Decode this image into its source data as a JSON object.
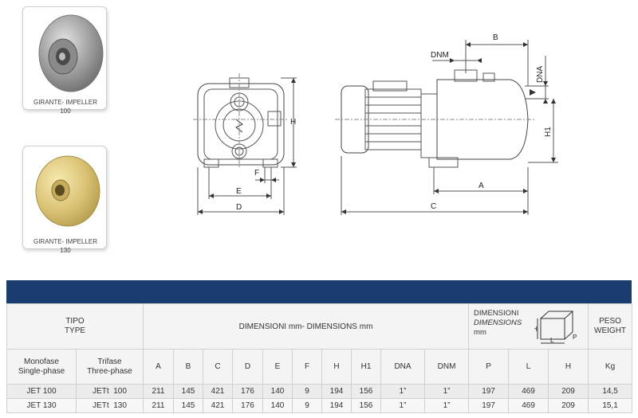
{
  "impellers": [
    {
      "label_line1": "GIRANTE- IMPELLER",
      "label_line2": "100",
      "finish": "steel"
    },
    {
      "label_line1": "GIRANTE- IMPELLER",
      "label_line2": "130",
      "finish": "brass"
    }
  ],
  "drawing_labels": {
    "front": {
      "H": "H",
      "E": "E",
      "D": "D",
      "F": "F"
    },
    "side": {
      "B": "B",
      "DNM": "DNM",
      "DNA": "DNA",
      "H1": "H1",
      "A": "A",
      "C": "C"
    }
  },
  "colors": {
    "header_band": "#1b3c6e"
  },
  "table": {
    "tipo_line1": "TIPO",
    "tipo_line2": "TYPE",
    "dimensions_title": "DIMENSIONI mm- DIMENSIONS mm",
    "packing_title_line1": "DIMENSIONI",
    "packing_title_line2": "DIMENSIONS",
    "packing_title_line3": "mm",
    "box_labels": {
      "H": "H",
      "L": "L",
      "P": "P"
    },
    "peso_line1": "PESO",
    "peso_line2": "WEIGHT",
    "monofase_line1": "Monofase",
    "monofase_line2": "Single-phase",
    "trifase_line1": "Trifase",
    "trifase_line2": "Three-phase",
    "columns": [
      "A",
      "B",
      "C",
      "D",
      "E",
      "F",
      "H",
      "H1",
      "DNA",
      "DNM",
      "P",
      "L",
      "H",
      "Kg"
    ],
    "rows": [
      {
        "mono": "JET 100",
        "tri": "JETt  100",
        "values": [
          "211",
          "145",
          "421",
          "176",
          "140",
          "9",
          "194",
          "156",
          "1”",
          "1”",
          "197",
          "469",
          "209",
          "14,5"
        ]
      },
      {
        "mono": "JET 130",
        "tri": "JETt  130",
        "values": [
          "211",
          "145",
          "421",
          "176",
          "140",
          "9",
          "194",
          "156",
          "1”",
          "1”",
          "197",
          "469",
          "209",
          "15,1"
        ]
      }
    ]
  }
}
